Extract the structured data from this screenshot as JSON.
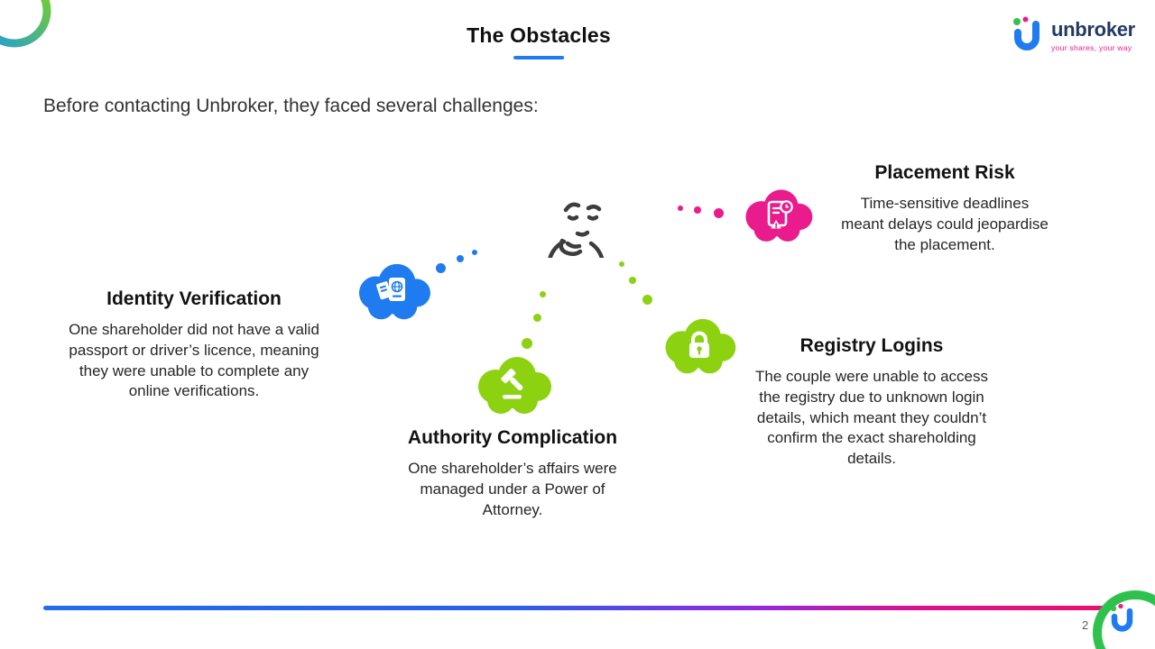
{
  "slide": {
    "title": "The Obstacles",
    "subtitle": "Before contacting Unbroker, they faced several challenges:",
    "page_number": "2"
  },
  "logo": {
    "name": "unbroker",
    "tagline": "your shares, your way",
    "mark_icon": "unbroker-u-icon"
  },
  "obstacles": [
    {
      "title": "Identity Verification",
      "description": "One shareholder did not have a valid passport or driver’s licence, meaning they were unable to complete any online verifications.",
      "icon": "passport-icon",
      "bubble_color": "#1e7bf0"
    },
    {
      "title": "Authority Complication",
      "description": "One shareholder’s affairs were managed under a Power of Attorney.",
      "icon": "gavel-icon",
      "bubble_color": "#8cd211"
    },
    {
      "title": "Registry Logins",
      "description": "The couple were unable to access the registry due to unknown login details, which meant they couldn’t confirm the exact shareholding details.",
      "icon": "padlock-icon",
      "bubble_color": "#8cd211"
    },
    {
      "title": "Placement Risk",
      "description": "Time-sensitive deadlines meant delays could jeopardise the placement.",
      "icon": "deadline-alert-icon",
      "bubble_color": "#ea1b8d"
    }
  ],
  "decorations": {
    "center_figure": "thinking-face-doodle",
    "corner_top_left": "gradient-ring",
    "corner_bottom_right": "green-ring-with-logo"
  },
  "colors": {
    "blue": "#1e7bf0",
    "green": "#8cd211",
    "pink": "#ea1b8d",
    "navy": "#233a63",
    "bar_gradient": [
      "#1e6ef2",
      "#8c2be0",
      "#ec0f6c"
    ]
  }
}
